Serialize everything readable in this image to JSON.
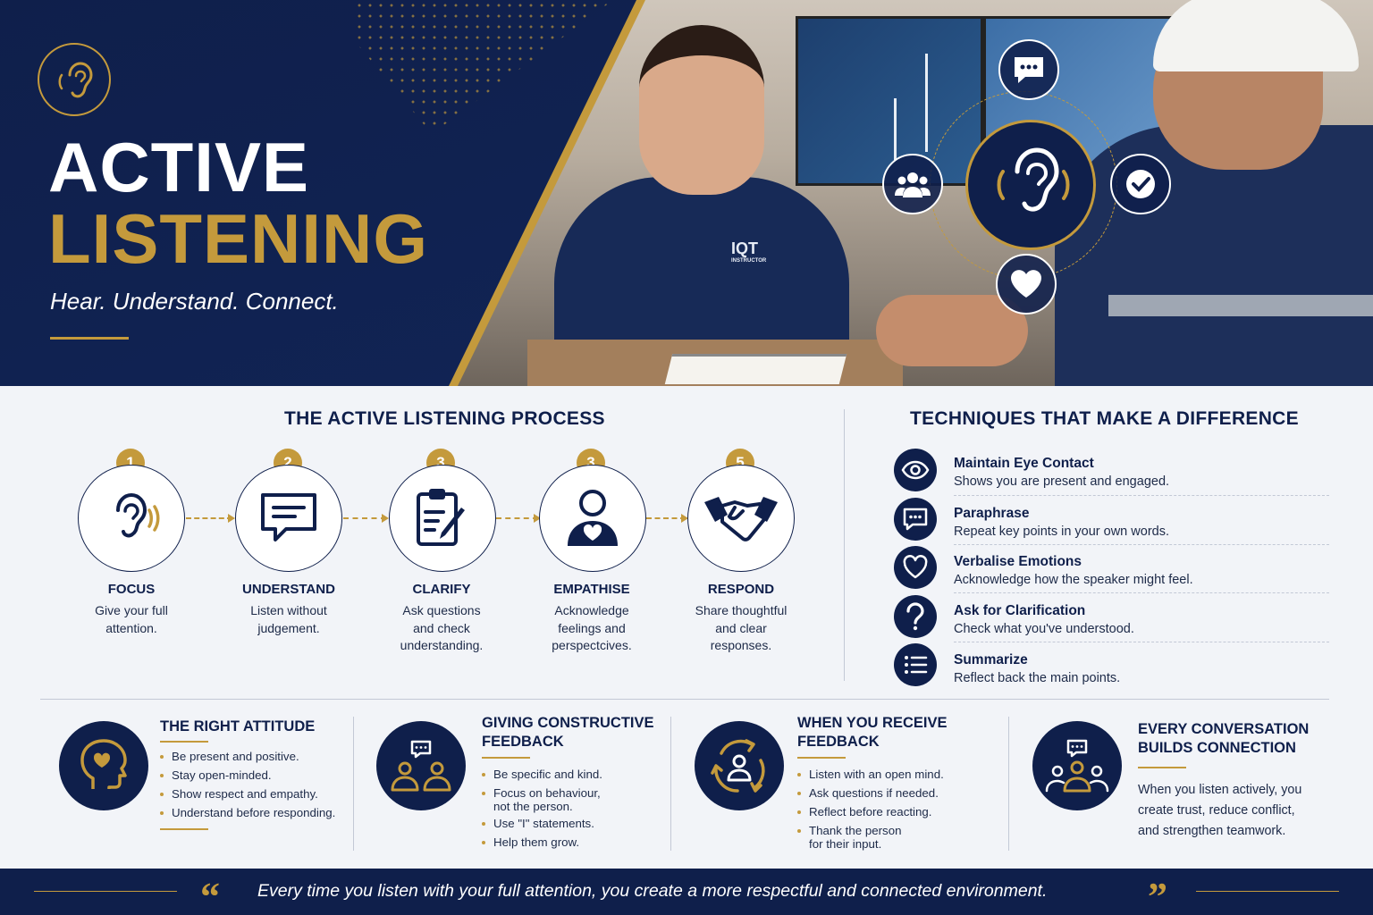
{
  "hero": {
    "title_line1": "ACTIVE",
    "title_line2": "LISTENING",
    "tagline": "Hear. Understand. Connect.",
    "shirt_logo": "IQT",
    "shirt_logo_sub": "INSTRUCTOR"
  },
  "process": {
    "title": "THE ACTIVE LISTENING PROCESS",
    "steps": [
      {
        "number": "1",
        "name": "FOCUS",
        "line1": "Give your full",
        "line2": "attention.",
        "line3": "",
        "icon": "ear-icon"
      },
      {
        "number": "2",
        "name": "UNDERSTAND",
        "line1": "Listen without",
        "line2": "judgement.",
        "line3": "",
        "icon": "chat-bubble-icon"
      },
      {
        "number": "3",
        "name": "CLARIFY",
        "line1": "Ask questions",
        "line2": "and check",
        "line3": "understanding.",
        "icon": "clipboard-pen-icon"
      },
      {
        "number": "3",
        "name": "EMPATHISE",
        "line1": "Acknowledge",
        "line2": "feelings and",
        "line3": "perspectcives.",
        "icon": "person-heart-icon"
      },
      {
        "number": "5",
        "name": "RESPOND",
        "line1": "Share thoughtful",
        "line2": "and clear",
        "line3": "responses.",
        "icon": "handshake-icon"
      }
    ]
  },
  "techniques": {
    "title": "TECHNIQUES THAT MAKE A DIFFERENCE",
    "items": [
      {
        "title": "Maintain Eye Contact",
        "desc": "Shows you are present and engaged.",
        "icon": "eye-icon"
      },
      {
        "title": "Paraphrase",
        "desc": "Repeat key points in your own words.",
        "icon": "chat-icon"
      },
      {
        "title": "Verbalise Emotions",
        "desc": "Acknowledge how the speaker might feel.",
        "icon": "heart-icon"
      },
      {
        "title": "Ask for Clarification",
        "desc": "Check what you've understood.",
        "icon": "question-icon"
      },
      {
        "title": "Summarize",
        "desc": "Reflect back the main points.",
        "icon": "list-icon"
      }
    ]
  },
  "cards": {
    "attitude": {
      "title": "THE RIGHT ATTITUDE",
      "bullets": [
        "Be present and positive.",
        "Stay open-minded.",
        "Show respect and empathy.",
        "Understand before responding."
      ]
    },
    "giving": {
      "title_line1": "GIVING CONSTRUCTIVE",
      "title_line2": "FEEDBACK",
      "bullets": [
        "Be specific and kind.",
        "Focus on behaviour,",
        "Use \"I\" statements.",
        "Help them grow."
      ],
      "bullet2_cont": "not the person."
    },
    "receiving": {
      "title_line1": "WHEN YOU RECEIVE",
      "title_line2": "FEEDBACK",
      "bullets": [
        "Listen with an open mind.",
        "Ask questions if needed.",
        "Reflect before reacting.",
        "Thank the person"
      ],
      "bullet4_cont": "for their input."
    },
    "connection": {
      "title_line1": "EVERY CONVERSATION",
      "title_line2": "BUILDS CONNECTION",
      "line1": "When you listen actively, you",
      "line2": "create trust, reduce conflict,",
      "line3": "and strengthen teamwork."
    }
  },
  "footer": {
    "open_quote": "“",
    "close_quote": "”",
    "quote": "Every time you listen with your full attention, you create a more respectful and connected environment."
  },
  "colors": {
    "navy": "#0f1f4b",
    "gold": "#c49a3c",
    "background": "#f2f4f8"
  }
}
